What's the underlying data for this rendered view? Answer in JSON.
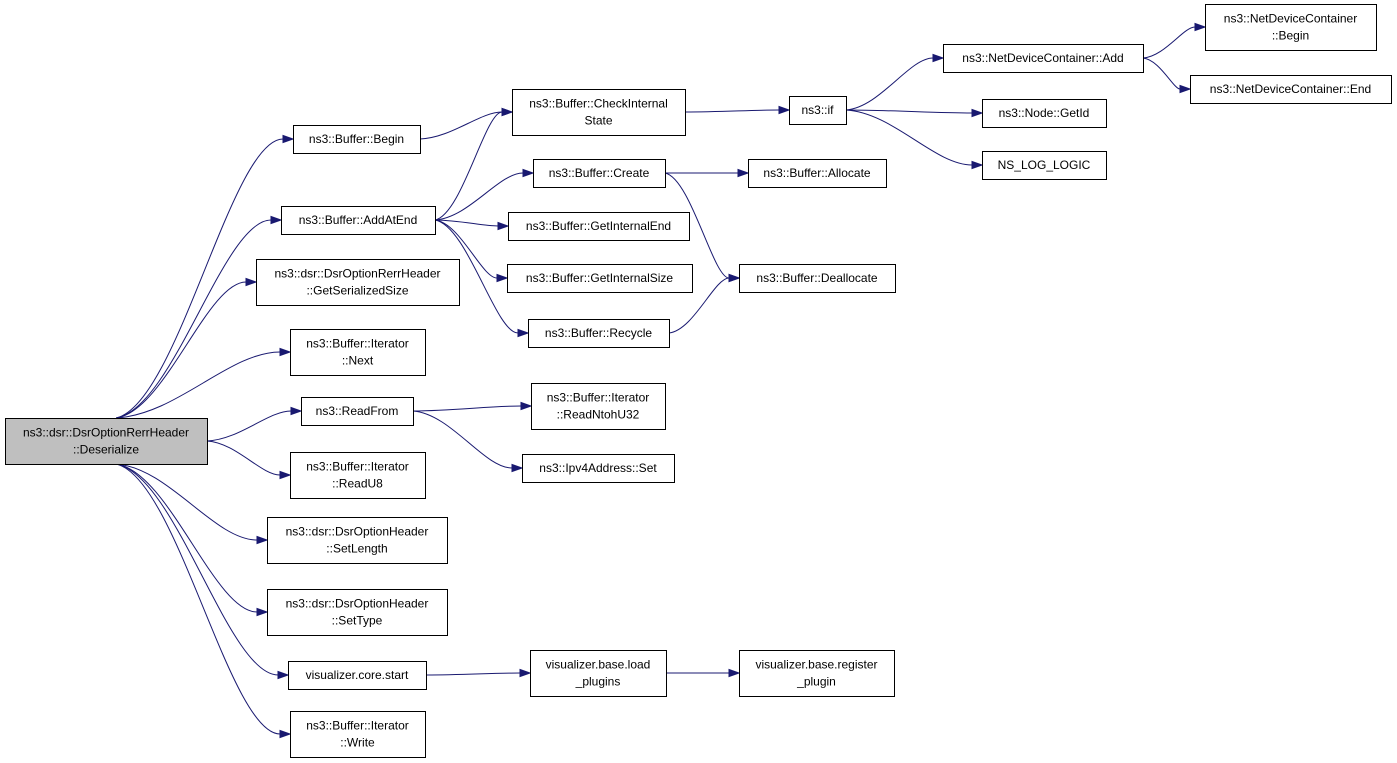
{
  "graph": {
    "root": "deserialize",
    "nodes": [
      {
        "id": "deserialize",
        "lines": [
          "ns3::dsr::DsrOptionRerrHeader",
          "::Deserialize"
        ],
        "highlight": true
      },
      {
        "id": "buffer_begin",
        "lines": [
          "ns3::Buffer::Begin"
        ]
      },
      {
        "id": "buffer_addatend",
        "lines": [
          "ns3::Buffer::AddAtEnd"
        ]
      },
      {
        "id": "rerr_getserializedsize",
        "lines": [
          "ns3::dsr::DsrOptionRerrHeader",
          "::GetSerializedSize"
        ]
      },
      {
        "id": "iterator_next",
        "lines": [
          "ns3::Buffer::Iterator",
          "::Next"
        ]
      },
      {
        "id": "readfrom",
        "lines": [
          "ns3::ReadFrom"
        ]
      },
      {
        "id": "iterator_readu8",
        "lines": [
          "ns3::Buffer::Iterator",
          "::ReadU8"
        ]
      },
      {
        "id": "optionheader_setlength",
        "lines": [
          "ns3::dsr::DsrOptionHeader",
          "::SetLength"
        ]
      },
      {
        "id": "optionheader_settype",
        "lines": [
          "ns3::dsr::DsrOptionHeader",
          "::SetType"
        ]
      },
      {
        "id": "visualizer_core_start",
        "lines": [
          "visualizer.core.start"
        ]
      },
      {
        "id": "iterator_write",
        "lines": [
          "ns3::Buffer::Iterator",
          "::Write"
        ]
      },
      {
        "id": "buffer_checkinternalstate",
        "lines": [
          "ns3::Buffer::CheckInternal",
          "State"
        ]
      },
      {
        "id": "buffer_create",
        "lines": [
          "ns3::Buffer::Create"
        ]
      },
      {
        "id": "buffer_getinternalend",
        "lines": [
          "ns3::Buffer::GetInternalEnd"
        ]
      },
      {
        "id": "buffer_getinternalsize",
        "lines": [
          "ns3::Buffer::GetInternalSize"
        ]
      },
      {
        "id": "buffer_recycle",
        "lines": [
          "ns3::Buffer::Recycle"
        ]
      },
      {
        "id": "iterator_readntohu32",
        "lines": [
          "ns3::Buffer::Iterator",
          "::ReadNtohU32"
        ]
      },
      {
        "id": "ipv4address_set",
        "lines": [
          "ns3::Ipv4Address::Set"
        ]
      },
      {
        "id": "visualizer_base_load_plugins",
        "lines": [
          "visualizer.base.load",
          "_plugins"
        ]
      },
      {
        "id": "ns3_if",
        "lines": [
          "ns3::if"
        ]
      },
      {
        "id": "buffer_allocate",
        "lines": [
          "ns3::Buffer::Allocate"
        ]
      },
      {
        "id": "buffer_deallocate",
        "lines": [
          "ns3::Buffer::Deallocate"
        ]
      },
      {
        "id": "visualizer_base_register_plugin",
        "lines": [
          "visualizer.base.register",
          "_plugin"
        ]
      },
      {
        "id": "netdevicecontainer_add",
        "lines": [
          "ns3::NetDeviceContainer::Add"
        ]
      },
      {
        "id": "node_getid",
        "lines": [
          "ns3::Node::GetId"
        ]
      },
      {
        "id": "ns_log_logic",
        "lines": [
          "NS_LOG_LOGIC"
        ]
      },
      {
        "id": "netdevicecontainer_begin",
        "lines": [
          "ns3::NetDeviceContainer",
          "::Begin"
        ]
      },
      {
        "id": "netdevicecontainer_end",
        "lines": [
          "ns3::NetDeviceContainer::End"
        ]
      }
    ],
    "edges": [
      {
        "from": "deserialize",
        "to": "buffer_begin"
      },
      {
        "from": "deserialize",
        "to": "buffer_addatend"
      },
      {
        "from": "deserialize",
        "to": "rerr_getserializedsize"
      },
      {
        "from": "deserialize",
        "to": "iterator_next"
      },
      {
        "from": "deserialize",
        "to": "readfrom"
      },
      {
        "from": "deserialize",
        "to": "iterator_readu8"
      },
      {
        "from": "deserialize",
        "to": "optionheader_setlength"
      },
      {
        "from": "deserialize",
        "to": "optionheader_settype"
      },
      {
        "from": "deserialize",
        "to": "visualizer_core_start"
      },
      {
        "from": "deserialize",
        "to": "iterator_write"
      },
      {
        "from": "buffer_begin",
        "to": "buffer_checkinternalstate"
      },
      {
        "from": "buffer_addatend",
        "to": "buffer_checkinternalstate"
      },
      {
        "from": "buffer_addatend",
        "to": "buffer_create"
      },
      {
        "from": "buffer_addatend",
        "to": "buffer_getinternalend"
      },
      {
        "from": "buffer_addatend",
        "to": "buffer_getinternalsize"
      },
      {
        "from": "buffer_addatend",
        "to": "buffer_recycle"
      },
      {
        "from": "readfrom",
        "to": "iterator_readntohu32"
      },
      {
        "from": "readfrom",
        "to": "ipv4address_set"
      },
      {
        "from": "visualizer_core_start",
        "to": "visualizer_base_load_plugins"
      },
      {
        "from": "buffer_checkinternalstate",
        "to": "ns3_if"
      },
      {
        "from": "buffer_create",
        "to": "buffer_allocate"
      },
      {
        "from": "buffer_create",
        "to": "buffer_deallocate"
      },
      {
        "from": "buffer_recycle",
        "to": "buffer_deallocate"
      },
      {
        "from": "visualizer_base_load_plugins",
        "to": "visualizer_base_register_plugin"
      },
      {
        "from": "ns3_if",
        "to": "netdevicecontainer_add"
      },
      {
        "from": "ns3_if",
        "to": "node_getid"
      },
      {
        "from": "ns3_if",
        "to": "ns_log_logic"
      },
      {
        "from": "netdevicecontainer_add",
        "to": "netdevicecontainer_begin"
      },
      {
        "from": "netdevicecontainer_add",
        "to": "netdevicecontainer_end"
      }
    ]
  }
}
